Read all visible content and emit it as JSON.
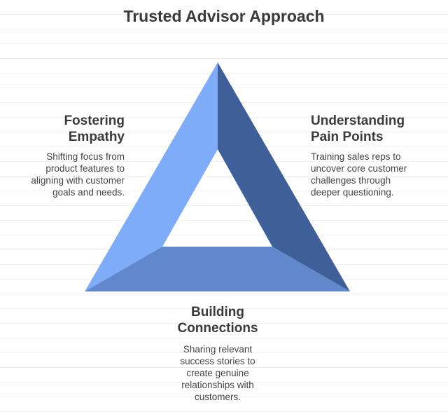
{
  "title": "Trusted Advisor Approach",
  "sections": {
    "left": {
      "heading_line1": "Fostering",
      "heading_line2": "Empathy",
      "desc_lines": [
        "Shifting focus from",
        "product features to",
        "aligning with customer",
        "goals and needs."
      ]
    },
    "right": {
      "heading_line1": "Understanding",
      "heading_line2": "Pain Points",
      "desc_lines": [
        "Training sales reps to",
        "uncover core customer",
        "challenges through",
        "deeper questioning."
      ]
    },
    "bottom": {
      "heading_line1": "Building",
      "heading_line2": "Connections",
      "desc_lines": [
        "Sharing relevant",
        "success stories to",
        "create genuine",
        "relationships with",
        "customers."
      ]
    }
  },
  "colors": {
    "left_face": "#7eacf8",
    "right_face": "#3f5f98",
    "bottom_face": "#6187cd",
    "text": "#3a3a3a"
  }
}
